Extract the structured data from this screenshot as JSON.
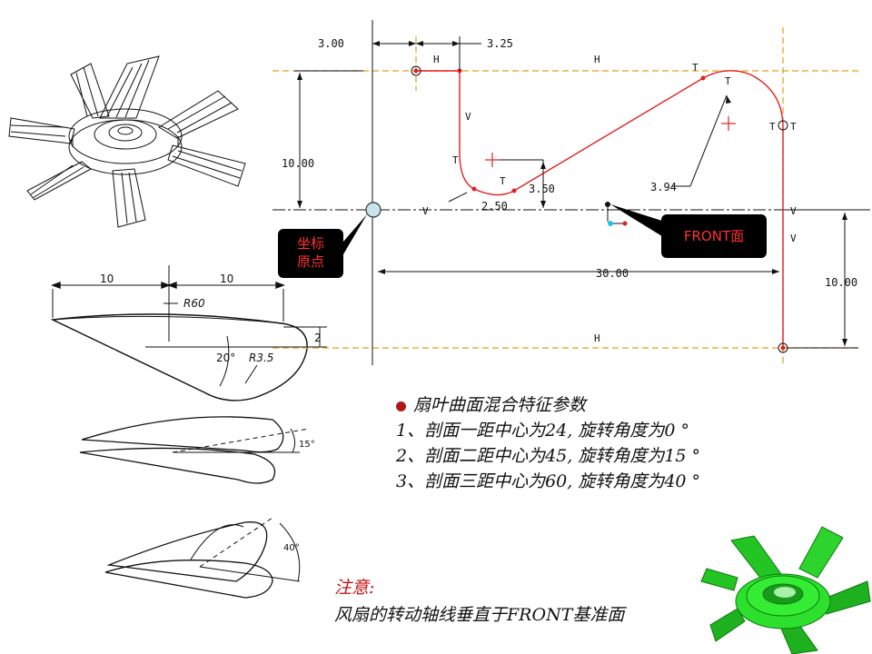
{
  "sketch": {
    "dims": {
      "d_3_00": "3.00",
      "d_3_25": "3.25",
      "d_10_00_left": "10.00",
      "d_3_50": "3.50",
      "d_2_50": "2.50",
      "d_3_94": "3.94",
      "d_30_00": "30.00",
      "d_10_00_right": "10.00"
    },
    "constraints": {
      "H": "H",
      "V": "V",
      "T": "T"
    },
    "origin_tag": {
      "line1": "坐标",
      "line2": "原点"
    },
    "front_tag": "FRONT面"
  },
  "airfoil": {
    "dim_10_left": "10",
    "dim_10_right": "10",
    "radius_big": "R60",
    "angle": "20°",
    "radius_small": "R3.5",
    "thickness": "2"
  },
  "blend_views": {
    "angle_15": "15°",
    "angle_40": "40°"
  },
  "params": {
    "heading": "扇叶曲面混合特征参数",
    "items": [
      "1、剖面一距中心为24,  旋转角度为0 °",
      "2、剖面二距中心为45,  旋转角度为15 °",
      "3、剖面三距中心为60,  旋转角度为40 °"
    ],
    "bullet_color": "#b01818"
  },
  "note": {
    "title": "注意:",
    "text": "风扇的转动轴线垂直于FRONT基准面"
  },
  "colors": {
    "profile": "#e02020",
    "reference": "#e0a020",
    "fan_render": "#22cc22"
  }
}
